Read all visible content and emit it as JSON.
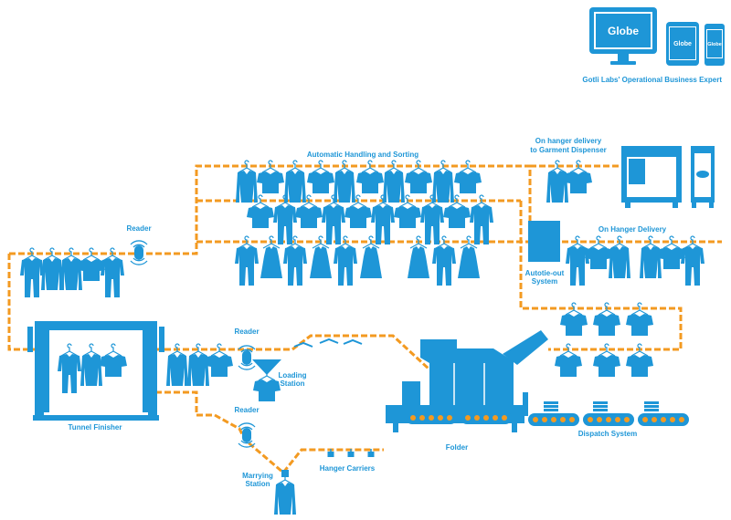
{
  "brand": {
    "device_label": "Globe",
    "tagline": "Gotli Labs' Operational Business Expert"
  },
  "labels": {
    "automatic_handling": "Automatic Handling and Sorting",
    "on_hanger_dispenser_line1": "On hanger delivery",
    "on_hanger_dispenser_line2": "to Garment Dispenser",
    "on_hanger_delivery": "On Hanger Delivery",
    "autotie_line1": "Autotie-out",
    "autotie_line2": "System",
    "reader": "Reader",
    "reader_2": "Reader",
    "reader_3": "Reader",
    "loading_line1": "Loading",
    "loading_line2": "Station",
    "tunnel_finisher": "Tunnel Finisher",
    "folder": "Folder",
    "dispatch_system": "Dispatch System",
    "hanger_carriers": "Hanger Carriers",
    "marrying_line1": "Marrying",
    "marrying_line2": "Station"
  },
  "colors": {
    "primary_blue": "#1e96d7",
    "track_orange": "#f39a21"
  }
}
